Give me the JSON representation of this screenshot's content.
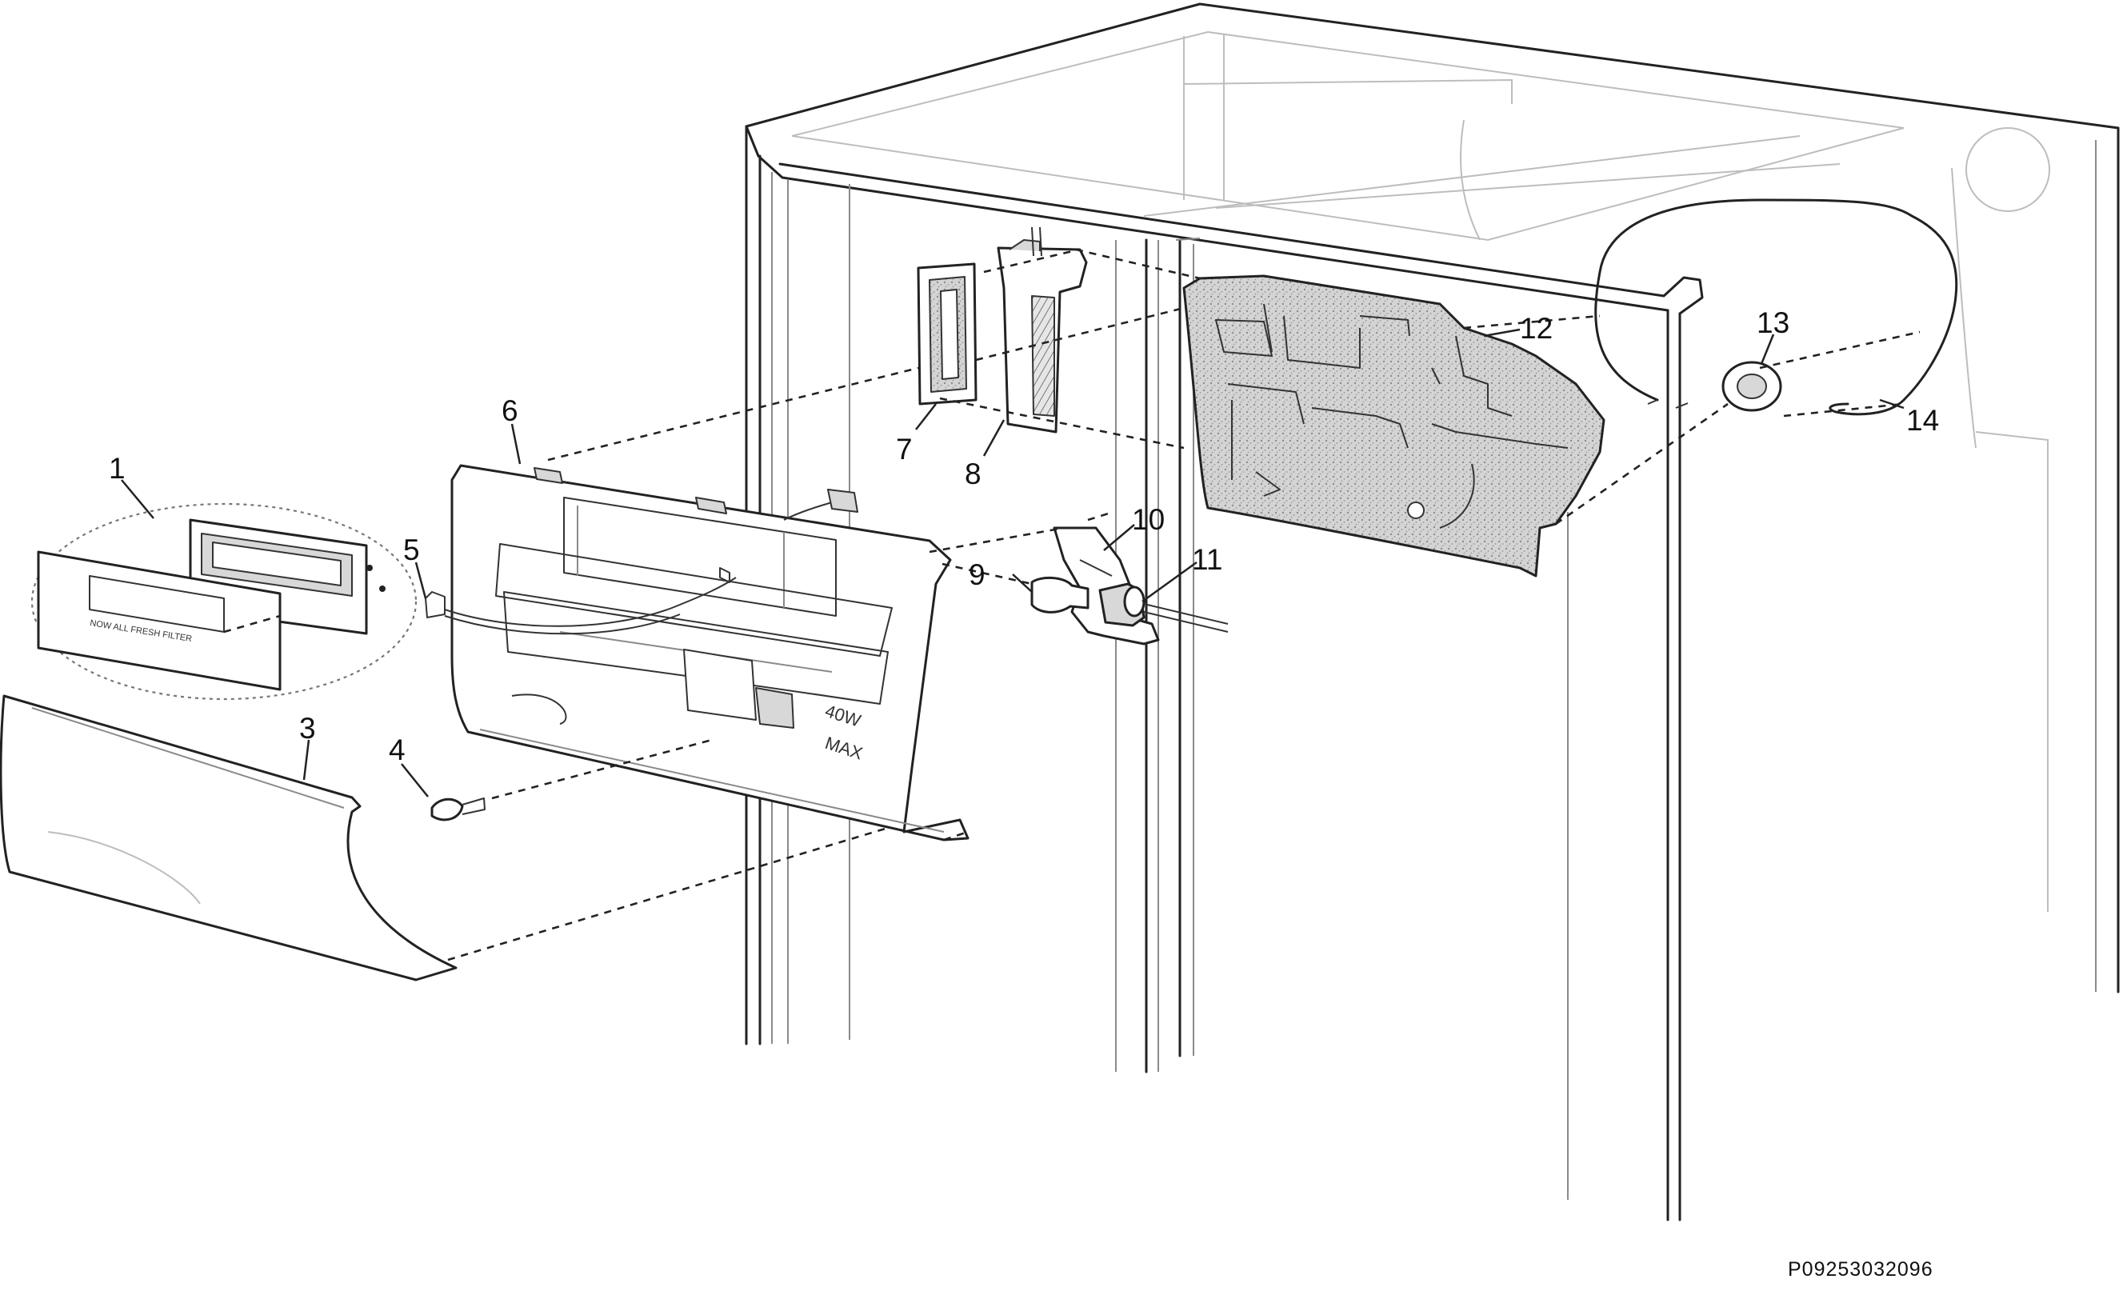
{
  "callouts": [
    {
      "id": "1",
      "label": "1"
    },
    {
      "id": "3",
      "label": "3"
    },
    {
      "id": "4",
      "label": "4"
    },
    {
      "id": "5",
      "label": "5"
    },
    {
      "id": "6",
      "label": "6"
    },
    {
      "id": "7",
      "label": "7"
    },
    {
      "id": "8",
      "label": "8"
    },
    {
      "id": "9",
      "label": "9"
    },
    {
      "id": "10",
      "label": "10"
    },
    {
      "id": "11",
      "label": "11"
    },
    {
      "id": "12",
      "label": "12"
    },
    {
      "id": "13",
      "label": "13"
    },
    {
      "id": "14",
      "label": "14"
    }
  ],
  "lamp_housing_text": {
    "line1": "40W",
    "line2": "MAX"
  },
  "filter_card_text": "NOW ALL FRESH FILTER",
  "part_code": "P09253032096"
}
